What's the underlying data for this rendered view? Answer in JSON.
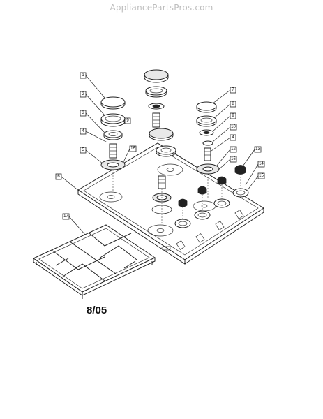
{
  "header": {
    "watermark": "AppliancePartsPros.com"
  },
  "diagram": {
    "date_code": "8/05",
    "callouts": [
      "1",
      "2",
      "3",
      "9",
      "4",
      "5",
      "16",
      "6",
      "7",
      "8",
      "9",
      "10",
      "4",
      "12",
      "16",
      "13",
      "14",
      "15",
      "17"
    ]
  }
}
